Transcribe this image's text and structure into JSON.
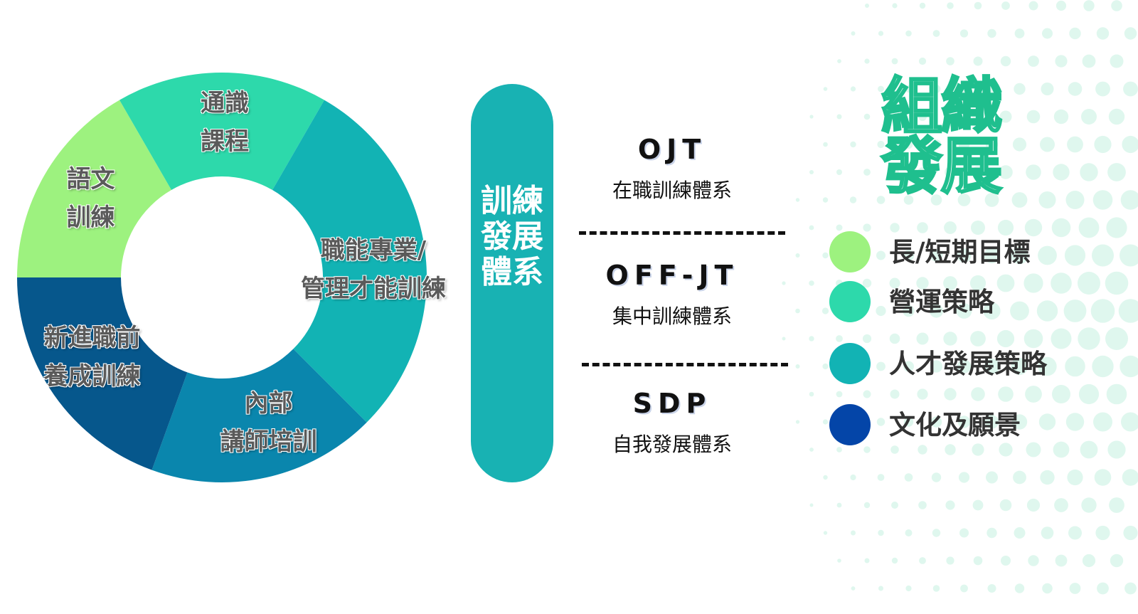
{
  "donut": {
    "segments": [
      {
        "label": "語文\n訓練",
        "color": "#9df27f"
      },
      {
        "label": "通識\n課程",
        "color": "#2dd9ab"
      },
      {
        "label": "職能專業/\n管理才能訓練",
        "color": "#12b3b4"
      },
      {
        "label": "內部\n講師培訓",
        "color": "#0a86ad"
      },
      {
        "label": "新進職前\n養成訓練",
        "color": "#06578c"
      }
    ]
  },
  "pill": {
    "label": "訓練發展體系",
    "color": "#18b2b3"
  },
  "systems": [
    {
      "title": "OJT",
      "subtitle": "在職訓練體系"
    },
    {
      "title": "OFF-JT",
      "subtitle": "集中訓練體系"
    },
    {
      "title": "SDP",
      "subtitle": "自我發展體系"
    }
  ],
  "heading": {
    "line1": "組織",
    "line2": "發展",
    "stroke_color": "#1fbf8e"
  },
  "legend": [
    {
      "label": "長/短期目標",
      "color": "#9df27f"
    },
    {
      "label": "營運策略",
      "color": "#2dd9ab"
    },
    {
      "label": "人才發展策略",
      "color": "#12b3b4"
    },
    {
      "label": "文化及願景",
      "color": "#0445a8"
    }
  ],
  "background": {
    "dot_color": "#dff7ee"
  }
}
